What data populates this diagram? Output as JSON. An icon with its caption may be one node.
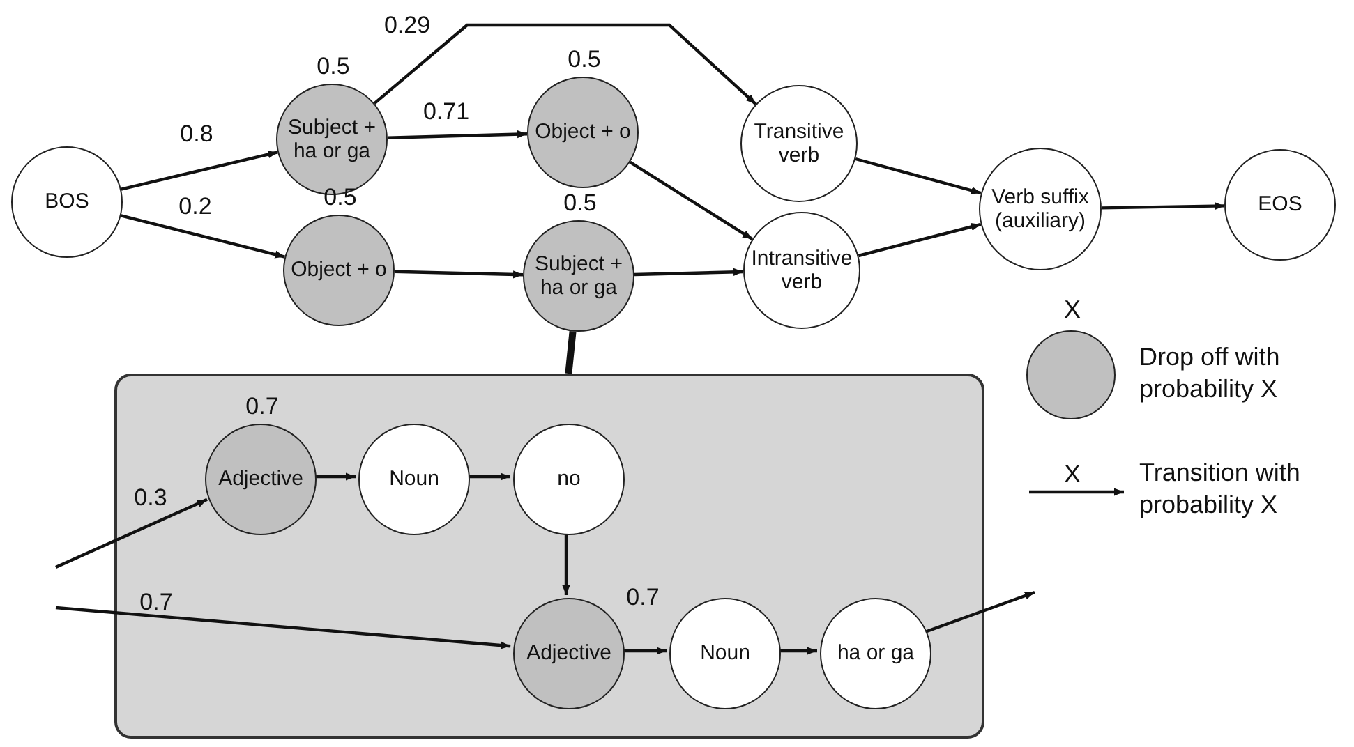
{
  "diagram": {
    "nodes": [
      {
        "text": [
          "BOS"
        ]
      },
      {
        "text": [
          "Subject + ha or ga"
        ],
        "beside": [
          "0.5"
        ]
      },
      {
        "text": [
          "Object + o"
        ],
        "beside": [
          "0.5"
        ]
      },
      {
        "text": [
          "Object + o"
        ],
        "beside": [
          "0.5"
        ]
      },
      {
        "text": [
          "Subject + ha or ga"
        ],
        "beside": [
          "0.5"
        ]
      },
      {
        "text": [
          "Transitive verb"
        ]
      },
      {
        "text": [
          "Intransitive verb"
        ]
      },
      {
        "text": [
          "Verb suffix (auxiliary)"
        ]
      },
      {
        "text": [
          "EOS"
        ]
      },
      {
        "text": [],
        "shape": "box"
      },
      {
        "text": [
          "Adjective"
        ],
        "beside": [
          "0.7"
        ],
        "in": 9
      },
      {
        "text": [
          "Noun"
        ],
        "in": 9
      },
      {
        "text": [
          "no"
        ],
        "in": 9
      },
      {
        "text": [
          "Adjective"
        ],
        "beside": [
          "0.7"
        ],
        "in": 9
      },
      {
        "text": [
          "Noun"
        ],
        "in": 9
      },
      {
        "text": [
          "ha or ga"
        ],
        "in": 9
      }
    ],
    "edges": [
      {
        "from": 0,
        "to": 1,
        "arrow": "to",
        "label": "0.8"
      },
      {
        "from": 0,
        "to": 3,
        "arrow": "to",
        "label": "0.2"
      },
      {
        "from": 1,
        "to": 2,
        "arrow": "to",
        "label": "0.71"
      },
      {
        "from": 1,
        "to": 5,
        "arrow": "to",
        "label": "0.29"
      },
      {
        "from": 2,
        "to": 6,
        "arrow": "to"
      },
      {
        "from": 3,
        "to": 4,
        "arrow": "to"
      },
      {
        "from": 4,
        "to": 6,
        "arrow": "to"
      },
      {
        "from": 5,
        "to": 7,
        "arrow": "to"
      },
      {
        "from": 6,
        "to": 7,
        "arrow": "to"
      },
      {
        "from": 7,
        "to": 8,
        "arrow": "to"
      },
      {
        "from": 4,
        "to": 9,
        "arrow": "none",
        "style": "thick"
      },
      {
        "from": null,
        "to": 10,
        "arrow": "to",
        "label": "0.3"
      },
      {
        "from": null,
        "to": 13,
        "arrow": "to",
        "label": "0.7"
      },
      {
        "from": 10,
        "to": 11,
        "arrow": "to"
      },
      {
        "from": 11,
        "to": 12,
        "arrow": "to"
      },
      {
        "from": 12,
        "to": 13,
        "arrow": "to"
      },
      {
        "from": 13,
        "to": 14,
        "arrow": "to"
      },
      {
        "from": 14,
        "to": 15,
        "arrow": "to"
      },
      {
        "from": 15,
        "to": null,
        "arrow": "to"
      }
    ],
    "labels": [
      "X",
      "X"
    ],
    "legend": [
      {
        "text": "Drop off with probability X"
      },
      {
        "text": "Transition with probability X"
      }
    ]
  }
}
